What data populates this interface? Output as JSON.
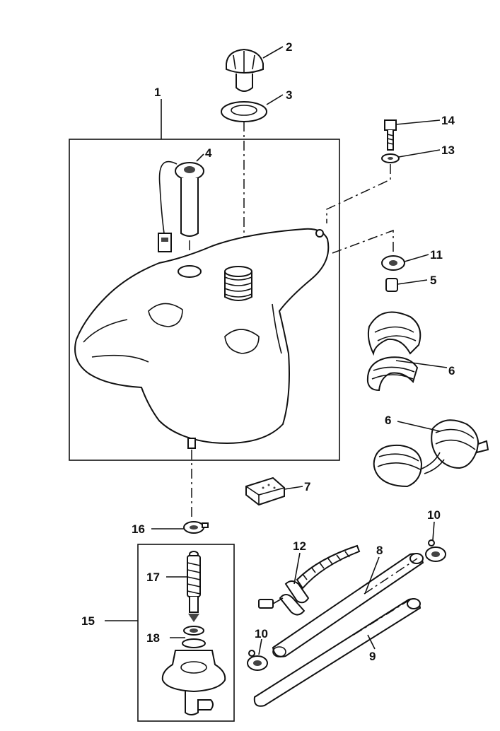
{
  "callouts": {
    "c1": "1",
    "c2": "2",
    "c3": "3",
    "c4": "4",
    "c5": "5",
    "c6a": "6",
    "c6b": "6",
    "c7": "7",
    "c8": "8",
    "c9": "9",
    "c10a": "10",
    "c10b": "10",
    "c11": "11",
    "c12": "12",
    "c13": "13",
    "c14": "14",
    "c15": "15",
    "c16": "16",
    "c17": "17",
    "c18": "18"
  }
}
